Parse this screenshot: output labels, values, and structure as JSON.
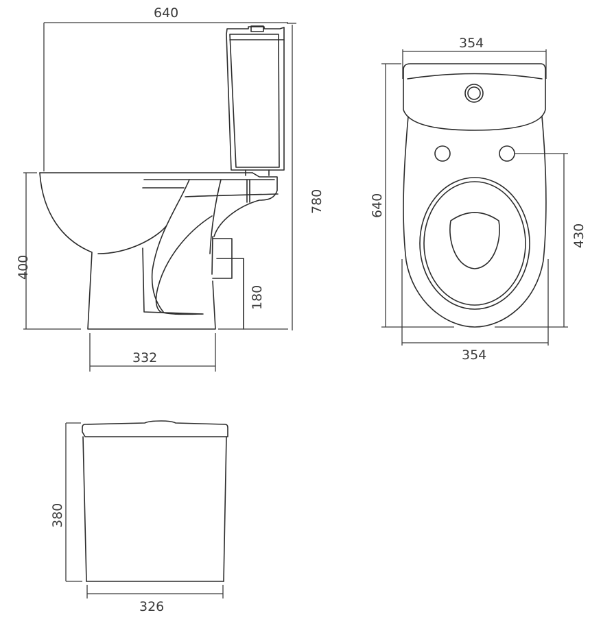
{
  "drawing": {
    "subject": "Close-coupled toilet dimensional drawing",
    "units": "mm",
    "views": {
      "side": {
        "name": "Side view",
        "dimensions": {
          "overall_depth": "640",
          "overall_height": "780",
          "seat_height": "400",
          "outlet_height": "180",
          "base_depth": "332"
        }
      },
      "top": {
        "name": "Top view",
        "dimensions": {
          "width_top": "354",
          "width_bottom": "354",
          "overall_depth": "640",
          "fixing_distance": "430"
        }
      },
      "cistern_front": {
        "name": "Cistern front view",
        "dimensions": {
          "height": "380",
          "width": "326"
        }
      }
    },
    "colors": {
      "line": "#2b2b2b",
      "background": "#ffffff"
    }
  }
}
